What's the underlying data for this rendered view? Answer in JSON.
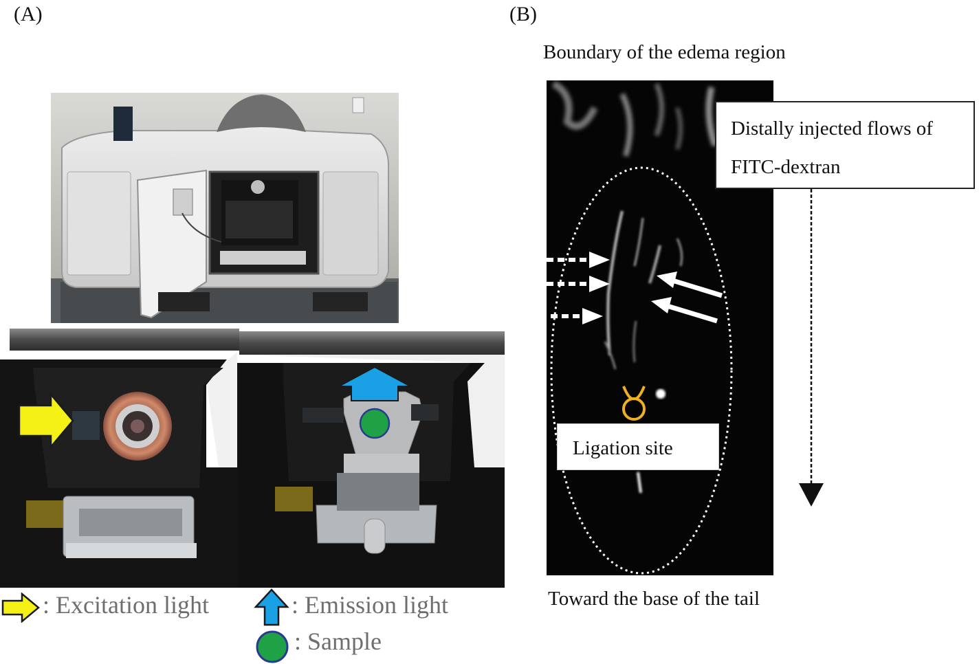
{
  "labels": {
    "panel_a": "(A)",
    "panel_b": "(B)"
  },
  "legend": {
    "excitation": ": Excitation light",
    "emission": ": Emission light",
    "sample": ": Sample"
  },
  "panel_b": {
    "top_caption": "Boundary of the edema region",
    "bottom_caption": "Toward the base of the tail",
    "flow_box_line1": "Distally injected flows of",
    "flow_box_line2": "FITC-dextran",
    "ligation_label": "Ligation site"
  },
  "colors": {
    "excitation_arrow": "#f5f016",
    "emission_arrow": "#1aa0e4",
    "sample_dot": "#1fa246",
    "ligation_marker": "#f0b020"
  },
  "icons": {
    "excitation": "arrow-right-icon",
    "emission": "arrow-up-icon",
    "sample": "circle-icon",
    "ligation": "ligature-icon"
  }
}
